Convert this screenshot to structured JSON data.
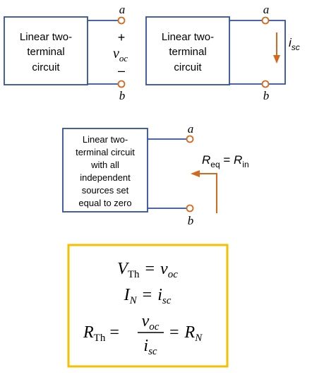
{
  "circuit1": {
    "box_lines": [
      "Linear two-",
      "terminal",
      "circuit"
    ],
    "terminal_a": "a",
    "terminal_b": "b",
    "plus": "+",
    "voc_main": "v",
    "voc_sub": "oc",
    "minus": "–"
  },
  "circuit2": {
    "box_lines": [
      "Linear two-",
      "terminal",
      "circuit"
    ],
    "terminal_a": "a",
    "terminal_b": "b",
    "isc_main": "i",
    "isc_sub": "sc"
  },
  "circuit3": {
    "box_lines": [
      "Linear two-",
      "terminal circuit",
      "with all",
      "independent",
      "sources set",
      "equal to zero"
    ],
    "terminal_a": "a",
    "terminal_b": "b",
    "req_main": "R",
    "req_sub": "eq",
    "equals": " = ",
    "rin_main": "R",
    "rin_sub": "in"
  },
  "equations": {
    "eq1": {
      "lhs_main": "V",
      "lhs_sub": "Th",
      "rhs_main": "v",
      "rhs_sub": "oc"
    },
    "eq2": {
      "lhs_main": "I",
      "lhs_sub": "N",
      "rhs_main": "i",
      "rhs_sub": "sc"
    },
    "eq3": {
      "lhs_main": "R",
      "lhs_sub": "Th",
      "num_main": "v",
      "num_sub": "oc",
      "den_main": "i",
      "den_sub": "sc",
      "rhs_main": "R",
      "rhs_sub": "N"
    },
    "equals": "="
  },
  "colors": {
    "wire": "#2f4f9f",
    "terminal": "#d2691e",
    "box_border_equations": "#f2c200"
  }
}
